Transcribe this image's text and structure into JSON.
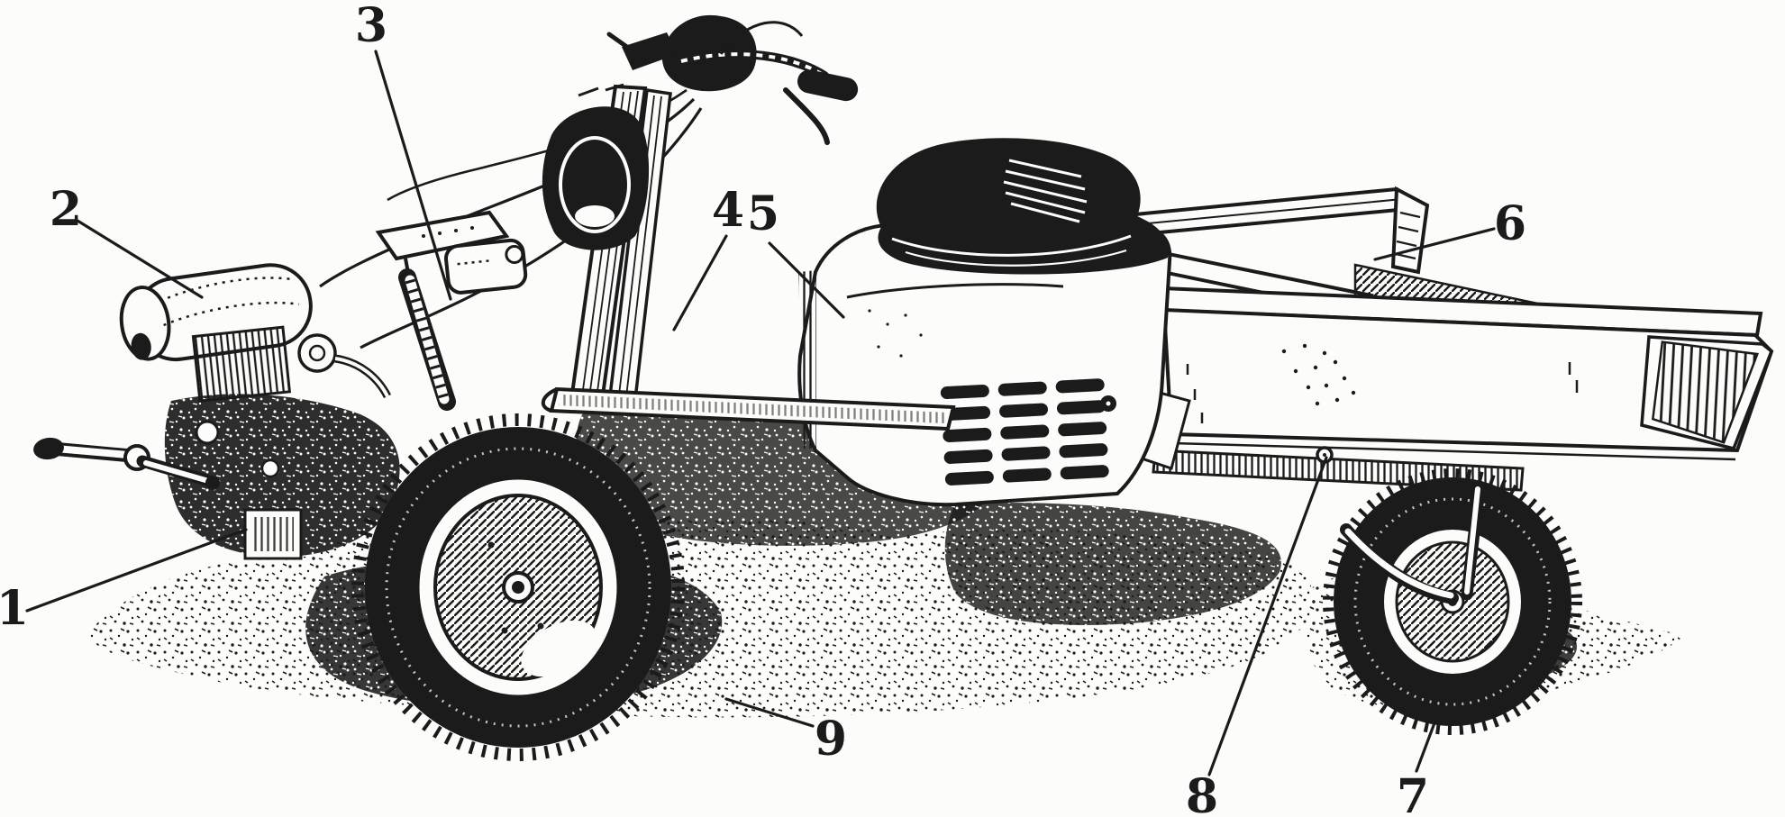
{
  "figure": {
    "description": "Black-and-white engraved side view of a three-wheeled cargo motor scooter (motoroller truck) with front engine, handlebar steering, saddle seat and rear dump box, standing on grass",
    "background_color": "#fcfcfa",
    "ink_color": "#1b1b1b",
    "callouts": [
      {
        "label": "1"
      },
      {
        "label": "2"
      },
      {
        "label": "3"
      },
      {
        "label": "4"
      },
      {
        "label": "5"
      },
      {
        "label": "6"
      },
      {
        "label": "7"
      },
      {
        "label": "8"
      },
      {
        "label": "9"
      }
    ]
  }
}
